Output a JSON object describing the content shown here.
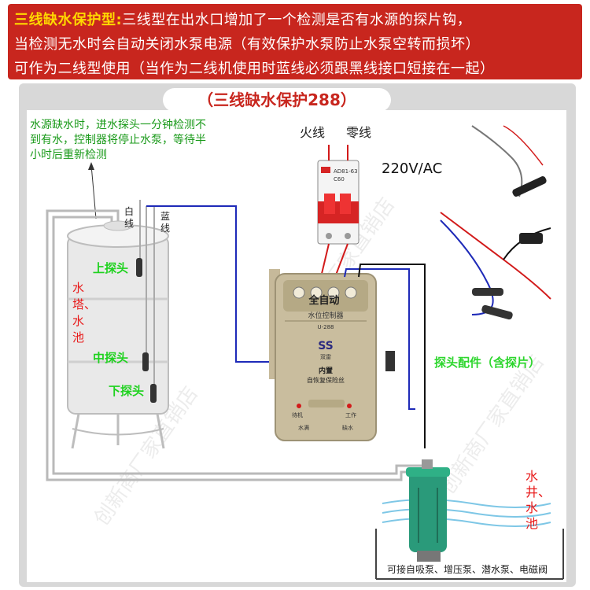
{
  "banner": {
    "line1_highlight": "三线缺水保护型:",
    "line1_rest": "三线型在出水口增加了一个检测是否有水源的探片钩，",
    "line2": "当检测无水时会自动关闭水泵电源（有效保护水泵防止水泵空转而损坏）",
    "line3": "可作为二线型使用（当作为二线机使用时蓝线必须跟黑线接口短接在一起）"
  },
  "title": "（三线缺水保护288）",
  "note": "水源缺水时，进水探头一分钟检测不到有水，控制器将停止水泵，等待半小时后重新检测",
  "labels": {
    "fire_line": "火线",
    "zero_line": "零线",
    "voltage": "220V/AC",
    "white_line": "白线",
    "blue_line": "蓝线",
    "upper_probe": "上探头",
    "middle_probe": "中探头",
    "lower_probe": "下探头",
    "tower_pool": "水塔、水池",
    "probe_parts": "探头配件（含探片）",
    "well_pool": "水井、水池",
    "pump_types": "可接自吸泵、增压泵、潜水泵、电磁阀"
  },
  "controller": {
    "brand_title": "全自动",
    "subtitle": "水位控制器",
    "model": "U-288",
    "brand_name": "双雷",
    "internal": "内置",
    "protect": "自恢复保险丝",
    "btn_left": "待机",
    "btn_right": "工作",
    "led_left": "水满",
    "led_right": "缺水"
  },
  "breaker": {
    "label": "AD81-63",
    "rating": "C60"
  },
  "watermark": "创新商厂家直销店",
  "colors": {
    "banner_bg": "#c8261e",
    "highlight": "#ffd800",
    "note": "#1a9a1a",
    "probe_label": "#1ed21e",
    "blue_wire": "#1e2ab8",
    "red_wire": "#d21a1a",
    "black_wire": "#111111"
  }
}
